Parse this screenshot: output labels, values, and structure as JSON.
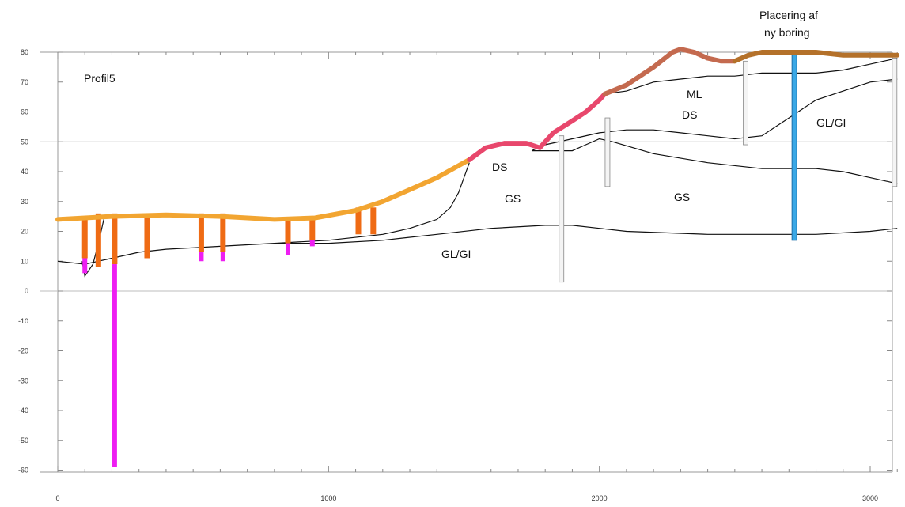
{
  "profile_title": "Profil5",
  "annotation": {
    "line1": "Placering af",
    "line2": "ny boring"
  },
  "y_ticks": [
    "80",
    "70",
    "60",
    "50",
    "40",
    "30",
    "20",
    "10",
    "0",
    "-10",
    "-20",
    "-30",
    "-40",
    "-50",
    "-60"
  ],
  "x_ticks": [
    "0",
    "1000",
    "2000",
    "3000"
  ],
  "layer_labels": [
    {
      "id": "ds-left",
      "text": "DS"
    },
    {
      "id": "gs-left",
      "text": "GS"
    },
    {
      "id": "gl-bottom",
      "text": "GL/GI"
    },
    {
      "id": "ml",
      "text": "ML"
    },
    {
      "id": "ds-right",
      "text": "DS"
    },
    {
      "id": "gs-right",
      "text": "GS"
    },
    {
      "id": "gl-right",
      "text": "GL/GI"
    }
  ],
  "colors": {
    "terrain_orange": "#f2a531",
    "terrain_red": "#e8476c",
    "terrain_rust": "#c46a4f",
    "terrain_brown": "#b4712a",
    "borehole_orange": "#ef6b14",
    "borehole_magenta": "#ee1ef2",
    "new_borehole": "#3aa8e6",
    "layer_line": "#111111",
    "grid": "#bdbdbd"
  },
  "chart_data": {
    "type": "geological-profile",
    "title": "Profil5",
    "xlim": [
      0,
      3100
    ],
    "ylim": [
      -60,
      80
    ],
    "x_ticks": [
      0,
      1000,
      2000,
      3000
    ],
    "y_ticks": [
      80,
      70,
      60,
      50,
      40,
      30,
      20,
      10,
      0,
      -10,
      -20,
      -30,
      -40,
      -50,
      -60
    ],
    "reference_lines_y": [
      50,
      0
    ],
    "terrain": [
      {
        "color": "orange",
        "points": [
          [
            0,
            24
          ],
          [
            200,
            25
          ],
          [
            400,
            25.5
          ],
          [
            600,
            25
          ],
          [
            800,
            24
          ],
          [
            950,
            24.5
          ],
          [
            1100,
            27
          ],
          [
            1200,
            30
          ],
          [
            1300,
            34
          ],
          [
            1400,
            38
          ],
          [
            1520,
            44
          ]
        ]
      },
      {
        "color": "red",
        "points": [
          [
            1520,
            44
          ],
          [
            1580,
            48
          ],
          [
            1650,
            49.5
          ],
          [
            1730,
            49.5
          ],
          [
            1780,
            48
          ],
          [
            1830,
            53
          ],
          [
            1900,
            57
          ],
          [
            1950,
            60
          ],
          [
            2000,
            64
          ],
          [
            2020,
            66
          ]
        ]
      },
      {
        "color": "rust",
        "points": [
          [
            2020,
            66
          ],
          [
            2100,
            69
          ],
          [
            2200,
            75
          ],
          [
            2270,
            80
          ],
          [
            2300,
            81
          ],
          [
            2350,
            80
          ],
          [
            2400,
            78
          ],
          [
            2450,
            77
          ],
          [
            2500,
            77
          ]
        ]
      },
      {
        "color": "brown",
        "points": [
          [
            2500,
            77
          ],
          [
            2550,
            79
          ],
          [
            2600,
            80
          ],
          [
            2700,
            80
          ],
          [
            2800,
            80
          ],
          [
            2900,
            79
          ],
          [
            3000,
            79
          ],
          [
            3100,
            79
          ]
        ]
      }
    ],
    "boundaries": [
      {
        "name": "GL/GI top",
        "points": [
          [
            0,
            10
          ],
          [
            100,
            9
          ],
          [
            200,
            11
          ],
          [
            300,
            13
          ],
          [
            400,
            14
          ],
          [
            600,
            15
          ],
          [
            800,
            16
          ],
          [
            1000,
            16
          ],
          [
            1200,
            17
          ],
          [
            1400,
            19
          ],
          [
            1600,
            21
          ],
          [
            1800,
            22
          ],
          [
            1900,
            22
          ],
          [
            2000,
            21
          ],
          [
            2100,
            20
          ],
          [
            2400,
            19
          ],
          [
            2600,
            19
          ],
          [
            2800,
            19
          ],
          [
            3000,
            20
          ],
          [
            3100,
            21
          ]
        ]
      },
      {
        "name": "GS/DS left",
        "points": [
          [
            90,
            10
          ],
          [
            100,
            5
          ],
          [
            130,
            9
          ],
          [
            150,
            16
          ],
          [
            170,
            24
          ]
        ]
      },
      {
        "name": "DS/GS slope",
        "points": [
          [
            800,
            16
          ],
          [
            1000,
            17
          ],
          [
            1200,
            19
          ],
          [
            1300,
            21
          ],
          [
            1400,
            24
          ],
          [
            1450,
            28
          ],
          [
            1480,
            33
          ],
          [
            1520,
            43
          ]
        ]
      },
      {
        "name": "DS base right",
        "points": [
          [
            1750,
            47
          ],
          [
            1900,
            47
          ],
          [
            1950,
            49
          ],
          [
            2000,
            51
          ],
          [
            2050,
            50
          ],
          [
            2200,
            46
          ],
          [
            2400,
            43
          ],
          [
            2600,
            41
          ],
          [
            2800,
            41
          ],
          [
            2900,
            40
          ],
          [
            3000,
            38
          ],
          [
            3100,
            36
          ]
        ]
      },
      {
        "name": "DS top right",
        "points": [
          [
            1750,
            47
          ],
          [
            1800,
            49
          ],
          [
            1900,
            51
          ],
          [
            2000,
            53
          ],
          [
            2100,
            54
          ],
          [
            2200,
            54
          ],
          [
            2300,
            53
          ],
          [
            2400,
            52
          ],
          [
            2500,
            51
          ],
          [
            2600,
            52
          ],
          [
            2650,
            55
          ],
          [
            2700,
            58
          ],
          [
            2800,
            64
          ],
          [
            2900,
            67
          ],
          [
            3000,
            70
          ],
          [
            3100,
            71
          ]
        ]
      },
      {
        "name": "ML base",
        "points": [
          [
            2020,
            66
          ],
          [
            2100,
            67
          ],
          [
            2200,
            70
          ],
          [
            2300,
            71
          ],
          [
            2400,
            72
          ],
          [
            2500,
            72
          ],
          [
            2600,
            73
          ],
          [
            2700,
            73
          ],
          [
            2800,
            73
          ],
          [
            2900,
            74
          ],
          [
            3000,
            76
          ],
          [
            3100,
            78
          ]
        ]
      }
    ],
    "boreholes": [
      {
        "x": 100,
        "top": 25,
        "bottom": 11,
        "lower_bottom": 6
      },
      {
        "x": 150,
        "top": 26,
        "bottom": 8
      },
      {
        "x": 210,
        "top": 26,
        "bottom": 9,
        "lower_bottom": -59
      },
      {
        "x": 330,
        "top": 26,
        "bottom": 11
      },
      {
        "x": 530,
        "top": 26,
        "bottom": 13,
        "lower_bottom": 10
      },
      {
        "x": 610,
        "top": 26,
        "bottom": 13,
        "lower_bottom": 10
      },
      {
        "x": 850,
        "top": 24,
        "bottom": 16,
        "lower_bottom": 12
      },
      {
        "x": 940,
        "top": 24,
        "bottom": 17,
        "lower_bottom": 15
      },
      {
        "x": 1110,
        "top": 28,
        "bottom": 19
      },
      {
        "x": 1165,
        "top": 28,
        "bottom": 19
      },
      {
        "x": 1860,
        "top": 52,
        "bottom": 3,
        "style": "log"
      },
      {
        "x": 2030,
        "top": 58,
        "bottom": 35,
        "style": "log"
      },
      {
        "x": 2540,
        "top": 77,
        "bottom": 49,
        "style": "log"
      },
      {
        "x": 3090,
        "top": 78,
        "bottom": 35,
        "style": "log"
      },
      {
        "x": 2720,
        "top": 80,
        "bottom": 17,
        "style": "new"
      }
    ]
  }
}
